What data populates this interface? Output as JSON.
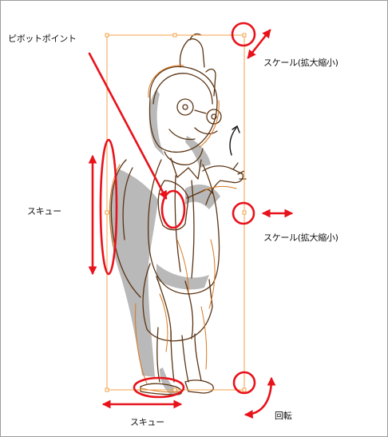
{
  "labels": {
    "pivot": "ピボットポイント",
    "scale_top": "スケール(拡大縮小)",
    "scale_right": "スケール(拡大縮小)",
    "skew_left": "スキュー",
    "skew_bottom": "スキュー",
    "rotate": "回転"
  },
  "colors": {
    "annotation": "#e8121b",
    "bounding_box": "#f4a04a",
    "sketch_line": "#5b3413",
    "sketch_orange": "#d9771e",
    "shadow": "#b8b8b8",
    "text": "#111111"
  }
}
